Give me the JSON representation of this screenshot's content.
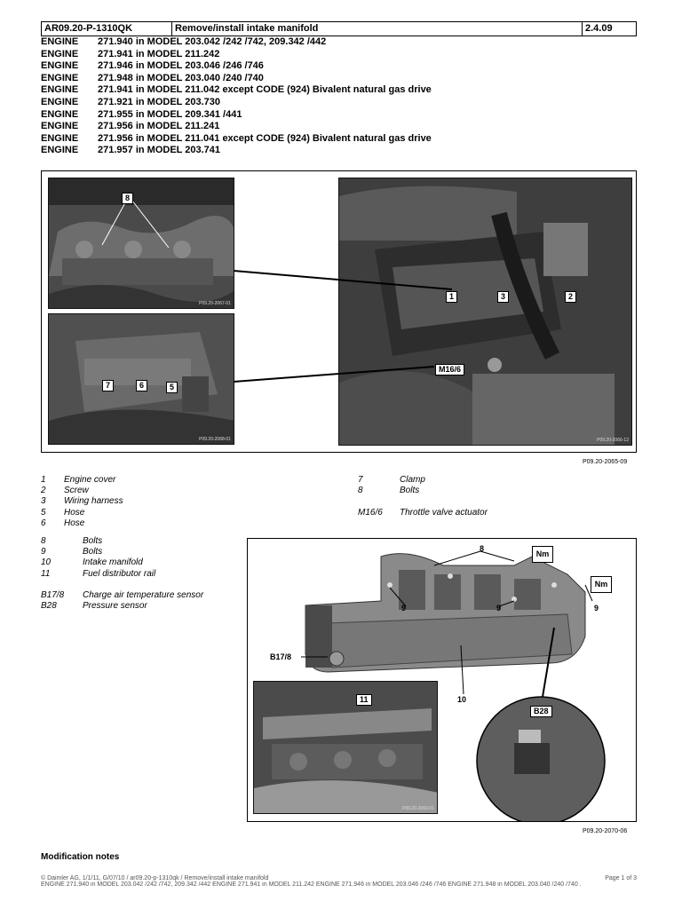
{
  "header": {
    "doc_id": "AR09.20-P-1310QK",
    "title": "Remove/install intake manifold",
    "version": "2.4.09"
  },
  "engines": [
    {
      "label": "ENGINE",
      "text": "271.940 in MODEL 203.042 /242 /742, 209.342 /442"
    },
    {
      "label": "ENGINE",
      "text": "271.941 in MODEL 211.242"
    },
    {
      "label": "ENGINE",
      "text": "271.946 in MODEL 203.046 /246 /746"
    },
    {
      "label": "ENGINE",
      "text": "271.948 in MODEL 203.040 /240 /740"
    },
    {
      "label": "ENGINE",
      "text": "271.941 in MODEL 211.042 except CODE (924) Bivalent natural gas drive"
    },
    {
      "label": "ENGINE",
      "text": "271.921 in MODEL 203.730"
    },
    {
      "label": "ENGINE",
      "text": "271.955 in MODEL 209.341 /441"
    },
    {
      "label": "ENGINE",
      "text": "271.956 in MODEL 211.241"
    },
    {
      "label": "ENGINE",
      "text": "271.956 in MODEL 211.041 except CODE (924) Bivalent natural gas drive"
    },
    {
      "label": "ENGINE",
      "text": "271.957 in MODEL 203.741"
    }
  ],
  "figure1": {
    "ref": "P09.20-2065-09",
    "callouts": {
      "c8": "8",
      "c1": "1",
      "c3": "3",
      "c2": "2",
      "c7": "7",
      "c6": "6",
      "c5": "5",
      "cm166": "M16/6"
    },
    "codes": {
      "a": "P09.20-2067-01",
      "b": "P09.20-2068-01",
      "c": "P09.20-2066-12"
    }
  },
  "legend1": {
    "left": [
      {
        "n": "1",
        "t": "Engine cover"
      },
      {
        "n": "2",
        "t": "Screw"
      },
      {
        "n": "3",
        "t": "Wiring harness"
      },
      {
        "n": "5",
        "t": "Hose"
      },
      {
        "n": "6",
        "t": "Hose"
      }
    ],
    "right": [
      {
        "n": "7",
        "t": "Clamp"
      },
      {
        "n": "8",
        "t": "Bolts"
      },
      {
        "n": "",
        "t": ""
      },
      {
        "n": "M16/6",
        "t": "Throttle valve actuator"
      }
    ]
  },
  "legend2": [
    {
      "n": "8",
      "t": "Bolts"
    },
    {
      "n": "9",
      "t": "Bolts"
    },
    {
      "n": "10",
      "t": "Intake manifold"
    },
    {
      "n": "11",
      "t": "Fuel distributor rail"
    },
    {
      "n": "",
      "t": ""
    },
    {
      "n": "B17/8",
      "t": "Charge air temperature sensor"
    },
    {
      "n": "B28",
      "t": "Pressure sensor"
    }
  ],
  "figure2": {
    "ref": "P09.20-2070-06",
    "callouts": {
      "c8": "8",
      "c9a": "9",
      "c9b": "9",
      "c9c": "9",
      "cb178": "B17/8",
      "c10": "10",
      "c11": "11",
      "cb28": "B28",
      "nm1": "Nm",
      "nm2": "Nm"
    },
    "codes": {
      "d": "P09.20-2069-01"
    }
  },
  "modification_notes": "Modification notes",
  "footer": {
    "left": "© Daimler AG, 1/1/11, G/07/10 / ar09.20-p-1310qk / Remove/install intake manifold",
    "page": "Page 1 of 3",
    "line2": "ENGINE 271.940 in MODEL 203.042 /242 /742, 209.342 /442 ENGINE 271.941 in MODEL 211.242 ENGINE 271.946 in MODEL 203.046 /246 /746 ENGINE 271.948 in MODEL 203.040 /240 /740 ."
  }
}
